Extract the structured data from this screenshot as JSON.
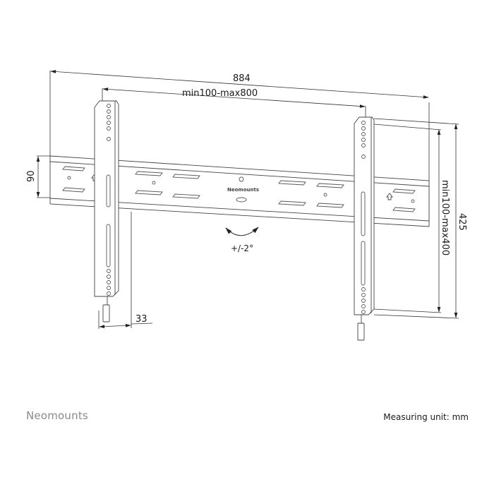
{
  "diagram": {
    "title": "Fixed TV wall mount technical drawing",
    "dimensions": {
      "overall_width": "884",
      "vesa_width": "min100-max800",
      "rail_height": "90",
      "overall_height": "425",
      "vesa_height": "min100-max400",
      "wall_distance": "33"
    },
    "tilt_label": "+/-2°",
    "rail_logo": "Neomounts"
  },
  "footer": {
    "brand": "Neomounts",
    "measuring_unit": "Measuring unit: mm"
  },
  "colors": {
    "line": "#333333",
    "brand_gray": "#8a8a8a",
    "text": "#1a1a1a"
  }
}
